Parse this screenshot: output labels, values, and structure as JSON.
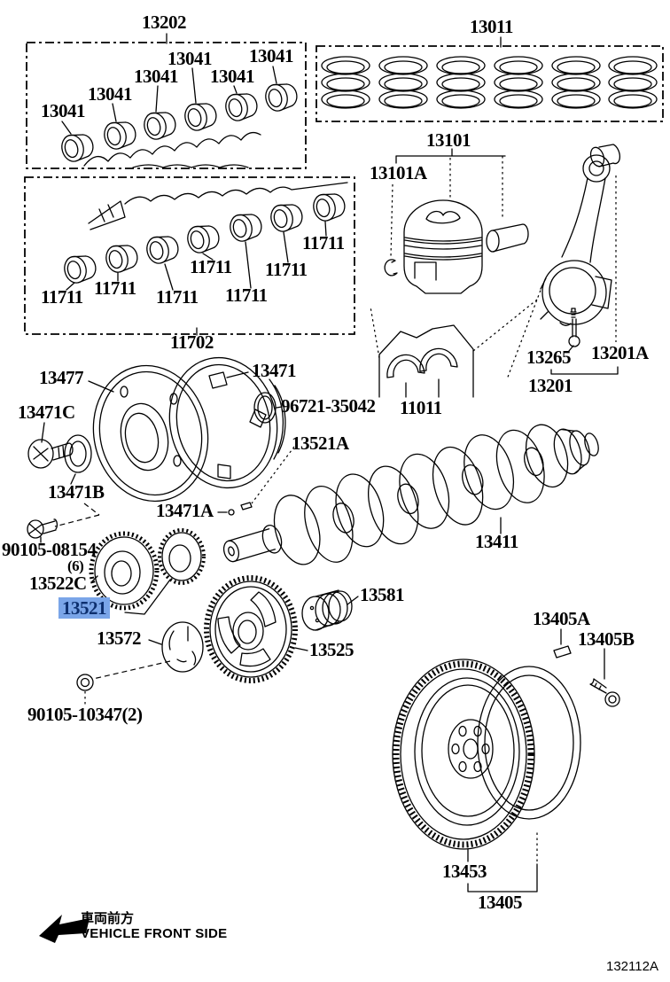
{
  "page": {
    "diagram_code": "132112A",
    "background": "#ffffff"
  },
  "colors": {
    "highlight_bg": "#7aa5e8",
    "highlight_text": "#0d2f6e",
    "line": "#000000"
  },
  "front_indicator": {
    "jp": "車両前方",
    "en": "VEHICLE FRONT SIDE"
  },
  "parts": {
    "p13202": "13202",
    "p13041": "13041",
    "p13011": "13011",
    "p13101": "13101",
    "p13101a": "13101A",
    "p11711": "11711",
    "p11702": "11702",
    "p13477": "13477",
    "p13471": "13471",
    "p96721": "96721-35042",
    "p13471c": "13471C",
    "p13471b": "13471B",
    "p13521a": "13521A",
    "p13471a": "13471A",
    "p13411": "13411",
    "p11011": "11011",
    "p13265": "13265",
    "p13201a": "13201A",
    "p13201": "13201",
    "p90105_08154": "90105-08154",
    "qty6": "(6)",
    "p13522c": "13522C",
    "p13521": "13521",
    "p13572": "13572",
    "p90105_10347": "90105-10347(2)",
    "p13581": "13581",
    "p13525": "13525",
    "p13405a": "13405A",
    "p13405b": "13405B",
    "p13453": "13453",
    "p13405": "13405"
  }
}
